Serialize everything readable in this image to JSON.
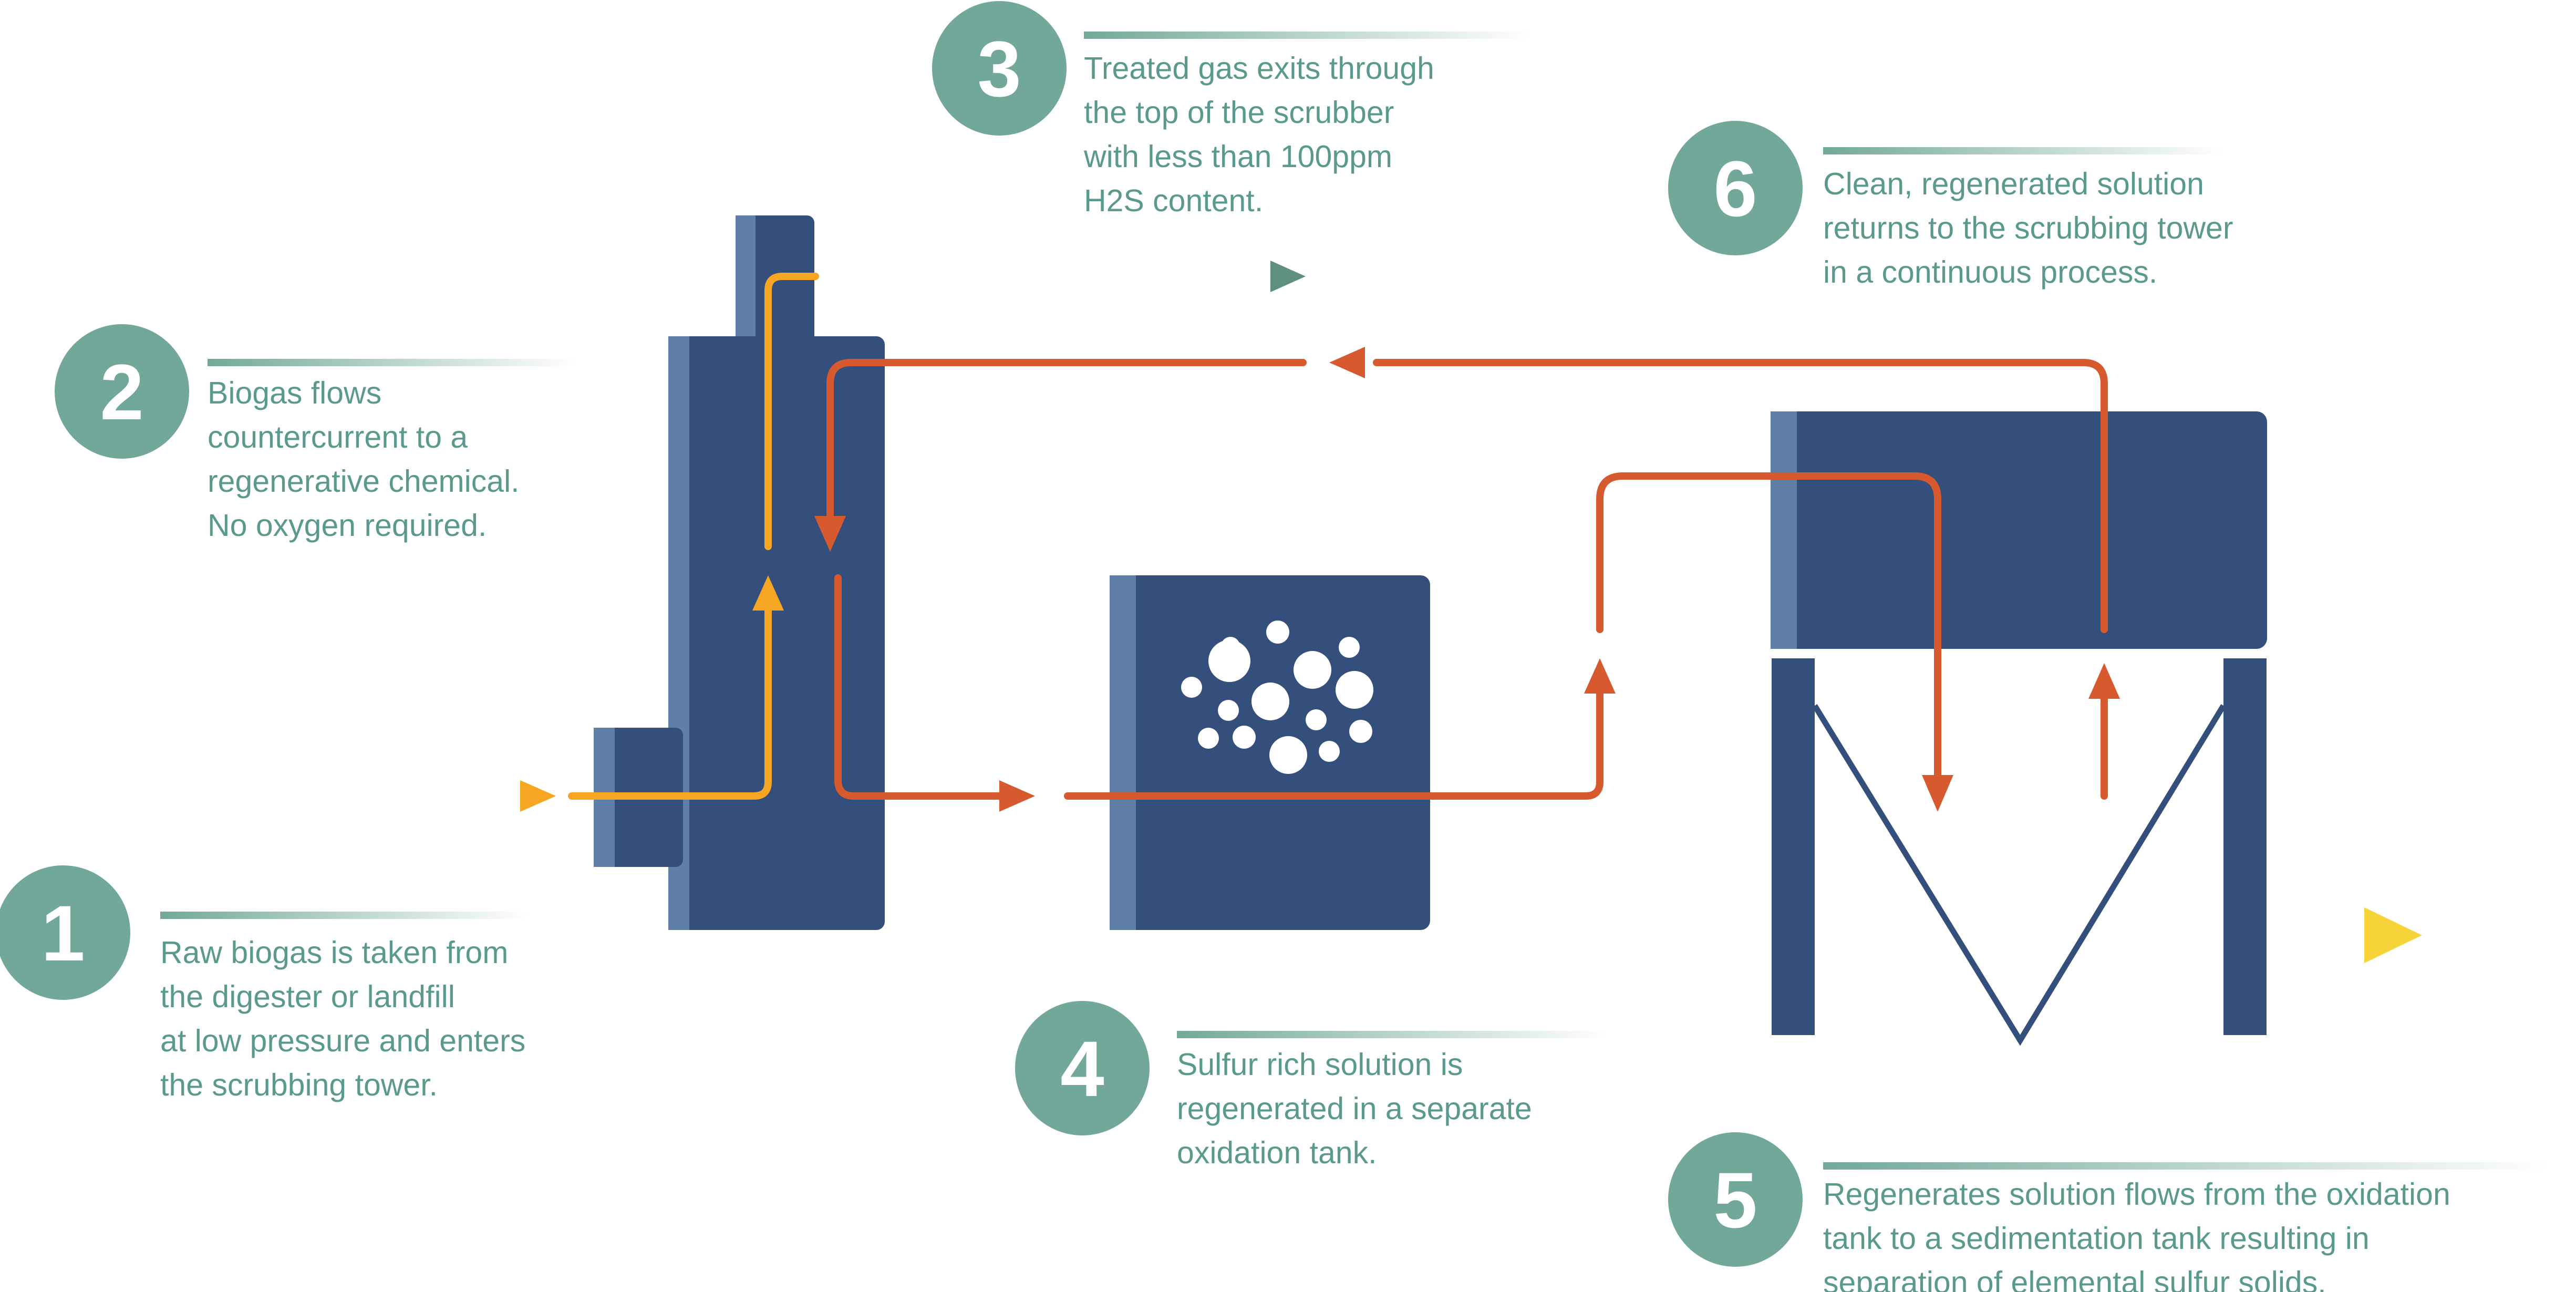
{
  "colors": {
    "equipment": "#354f7d",
    "equipment_edge": "#5f7fa6",
    "teal": "#72a89a",
    "orange_gas": "#f6a623",
    "red_liquid": "#d65a2e",
    "sulfur_yellow": "#f7d33a",
    "text": "#5a9a8c"
  },
  "steps": [
    {
      "number": "1",
      "lines": [
        "Raw biogas is taken from",
        "the digester or landfill",
        "at low pressure and enters",
        "the scrubbing tower."
      ]
    },
    {
      "number": "2",
      "lines": [
        "Biogas flows",
        "countercurrent to a",
        "regenerative chemical.",
        "No oxygen required."
      ]
    },
    {
      "number": "3",
      "lines": [
        "Treated gas exits through",
        "the top of the scrubber",
        "with less than 100ppm",
        "H2S content."
      ]
    },
    {
      "number": "4",
      "lines": [
        "Sulfur rich solution is",
        "regenerated in a separate",
        "oxidation tank."
      ]
    },
    {
      "number": "5",
      "lines": [
        "Regenerates solution flows from the oxidation",
        "tank to a sedimentation tank resulting in",
        "separation of elemental sulfur solids."
      ]
    },
    {
      "number": "6",
      "lines": [
        "Clean, regenerated solution",
        "returns to the scrubbing tower",
        "in a continuous process."
      ]
    }
  ]
}
